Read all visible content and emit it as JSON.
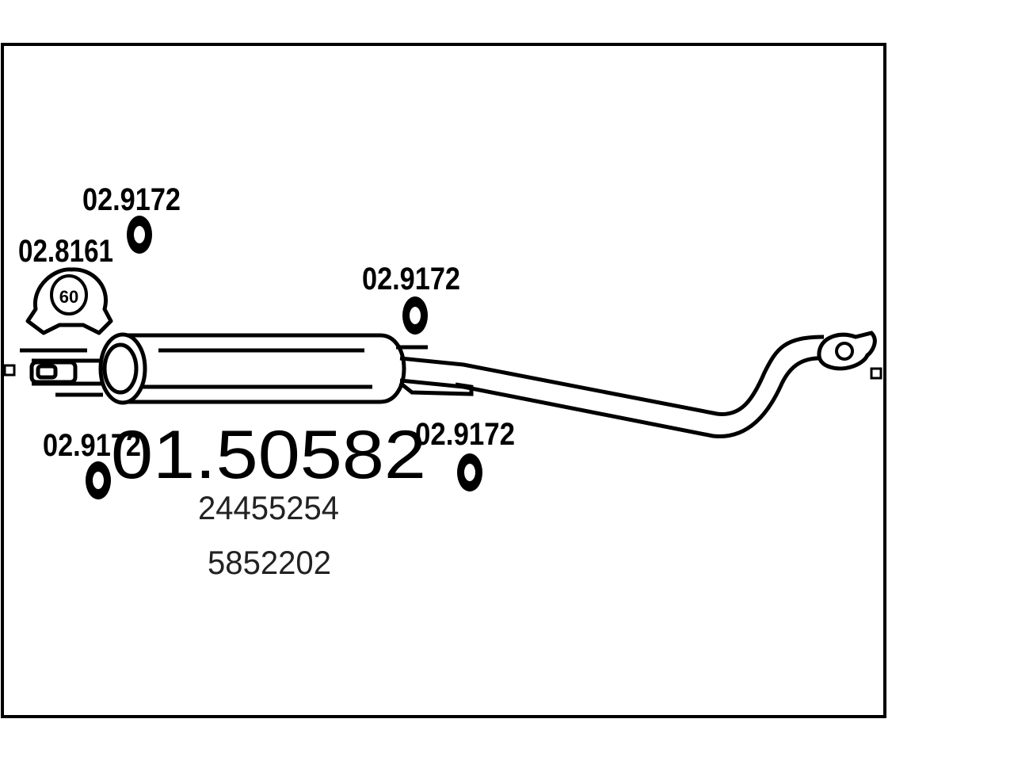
{
  "part": {
    "number": "01.50582",
    "oe_references": [
      "24455254",
      "5852202"
    ]
  },
  "accessories": [
    {
      "code": "02.9172"
    },
    {
      "code": "02.8161",
      "clamp_size": "60"
    },
    {
      "code": "02.9172"
    },
    {
      "code": "02.9172"
    },
    {
      "code": "02.9172"
    }
  ],
  "colors": {
    "line": "#000000",
    "background": "#ffffff"
  }
}
